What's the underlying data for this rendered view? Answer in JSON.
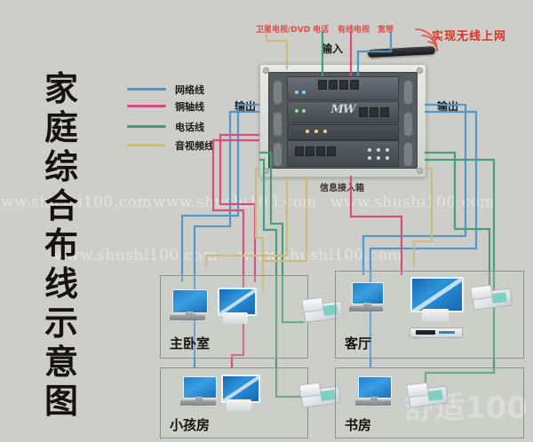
{
  "meta": {
    "background_color": "#cdcec9",
    "watermark_text": "www.shushi100.com",
    "watermark_brand": "舒适100"
  },
  "title": {
    "text": "家庭综合布线示意图",
    "chars": [
      "家",
      "庭",
      "综",
      "合",
      "布",
      "线",
      "示",
      "意",
      "图"
    ]
  },
  "legend": {
    "items": [
      {
        "label": "网络线",
        "color": "#4e95c9",
        "name": "network-cable"
      },
      {
        "label": "铜轴线",
        "color": "#d8497e",
        "name": "coaxial-cable"
      },
      {
        "label": "电话线",
        "color": "#3f9c77",
        "name": "telephone-cable"
      },
      {
        "label": "音视频线",
        "color": "#c9bb80",
        "name": "av-cable"
      }
    ]
  },
  "inputs": {
    "input_label": "输入",
    "sources": [
      {
        "label": "卫星电视/DVD",
        "color": "#c9bb80"
      },
      {
        "label": "电话",
        "color": "#3f9c77"
      },
      {
        "label": "有线电视",
        "color": "#d8497e"
      },
      {
        "label": "宽带",
        "color": "#4e95c9"
      }
    ]
  },
  "wireless": {
    "text": "实现无线上网",
    "color": "#e02b1c",
    "icon": "wifi-icon"
  },
  "cabinet": {
    "caption": "信息接入箱",
    "brand": "MW",
    "output_left_label": "输出",
    "output_right_label": "输出"
  },
  "rooms": [
    {
      "id": "master-bedroom",
      "label": "主卧室",
      "devices": [
        "computer",
        "tv",
        "telephone"
      ]
    },
    {
      "id": "living-room",
      "label": "客厅",
      "devices": [
        "computer",
        "tv",
        "dvd-player",
        "telephone"
      ]
    },
    {
      "id": "kids-room",
      "label": "小孩房",
      "devices": [
        "computer",
        "tv",
        "telephone"
      ]
    },
    {
      "id": "study-room",
      "label": "书房",
      "devices": [
        "computer",
        "telephone"
      ]
    }
  ]
}
